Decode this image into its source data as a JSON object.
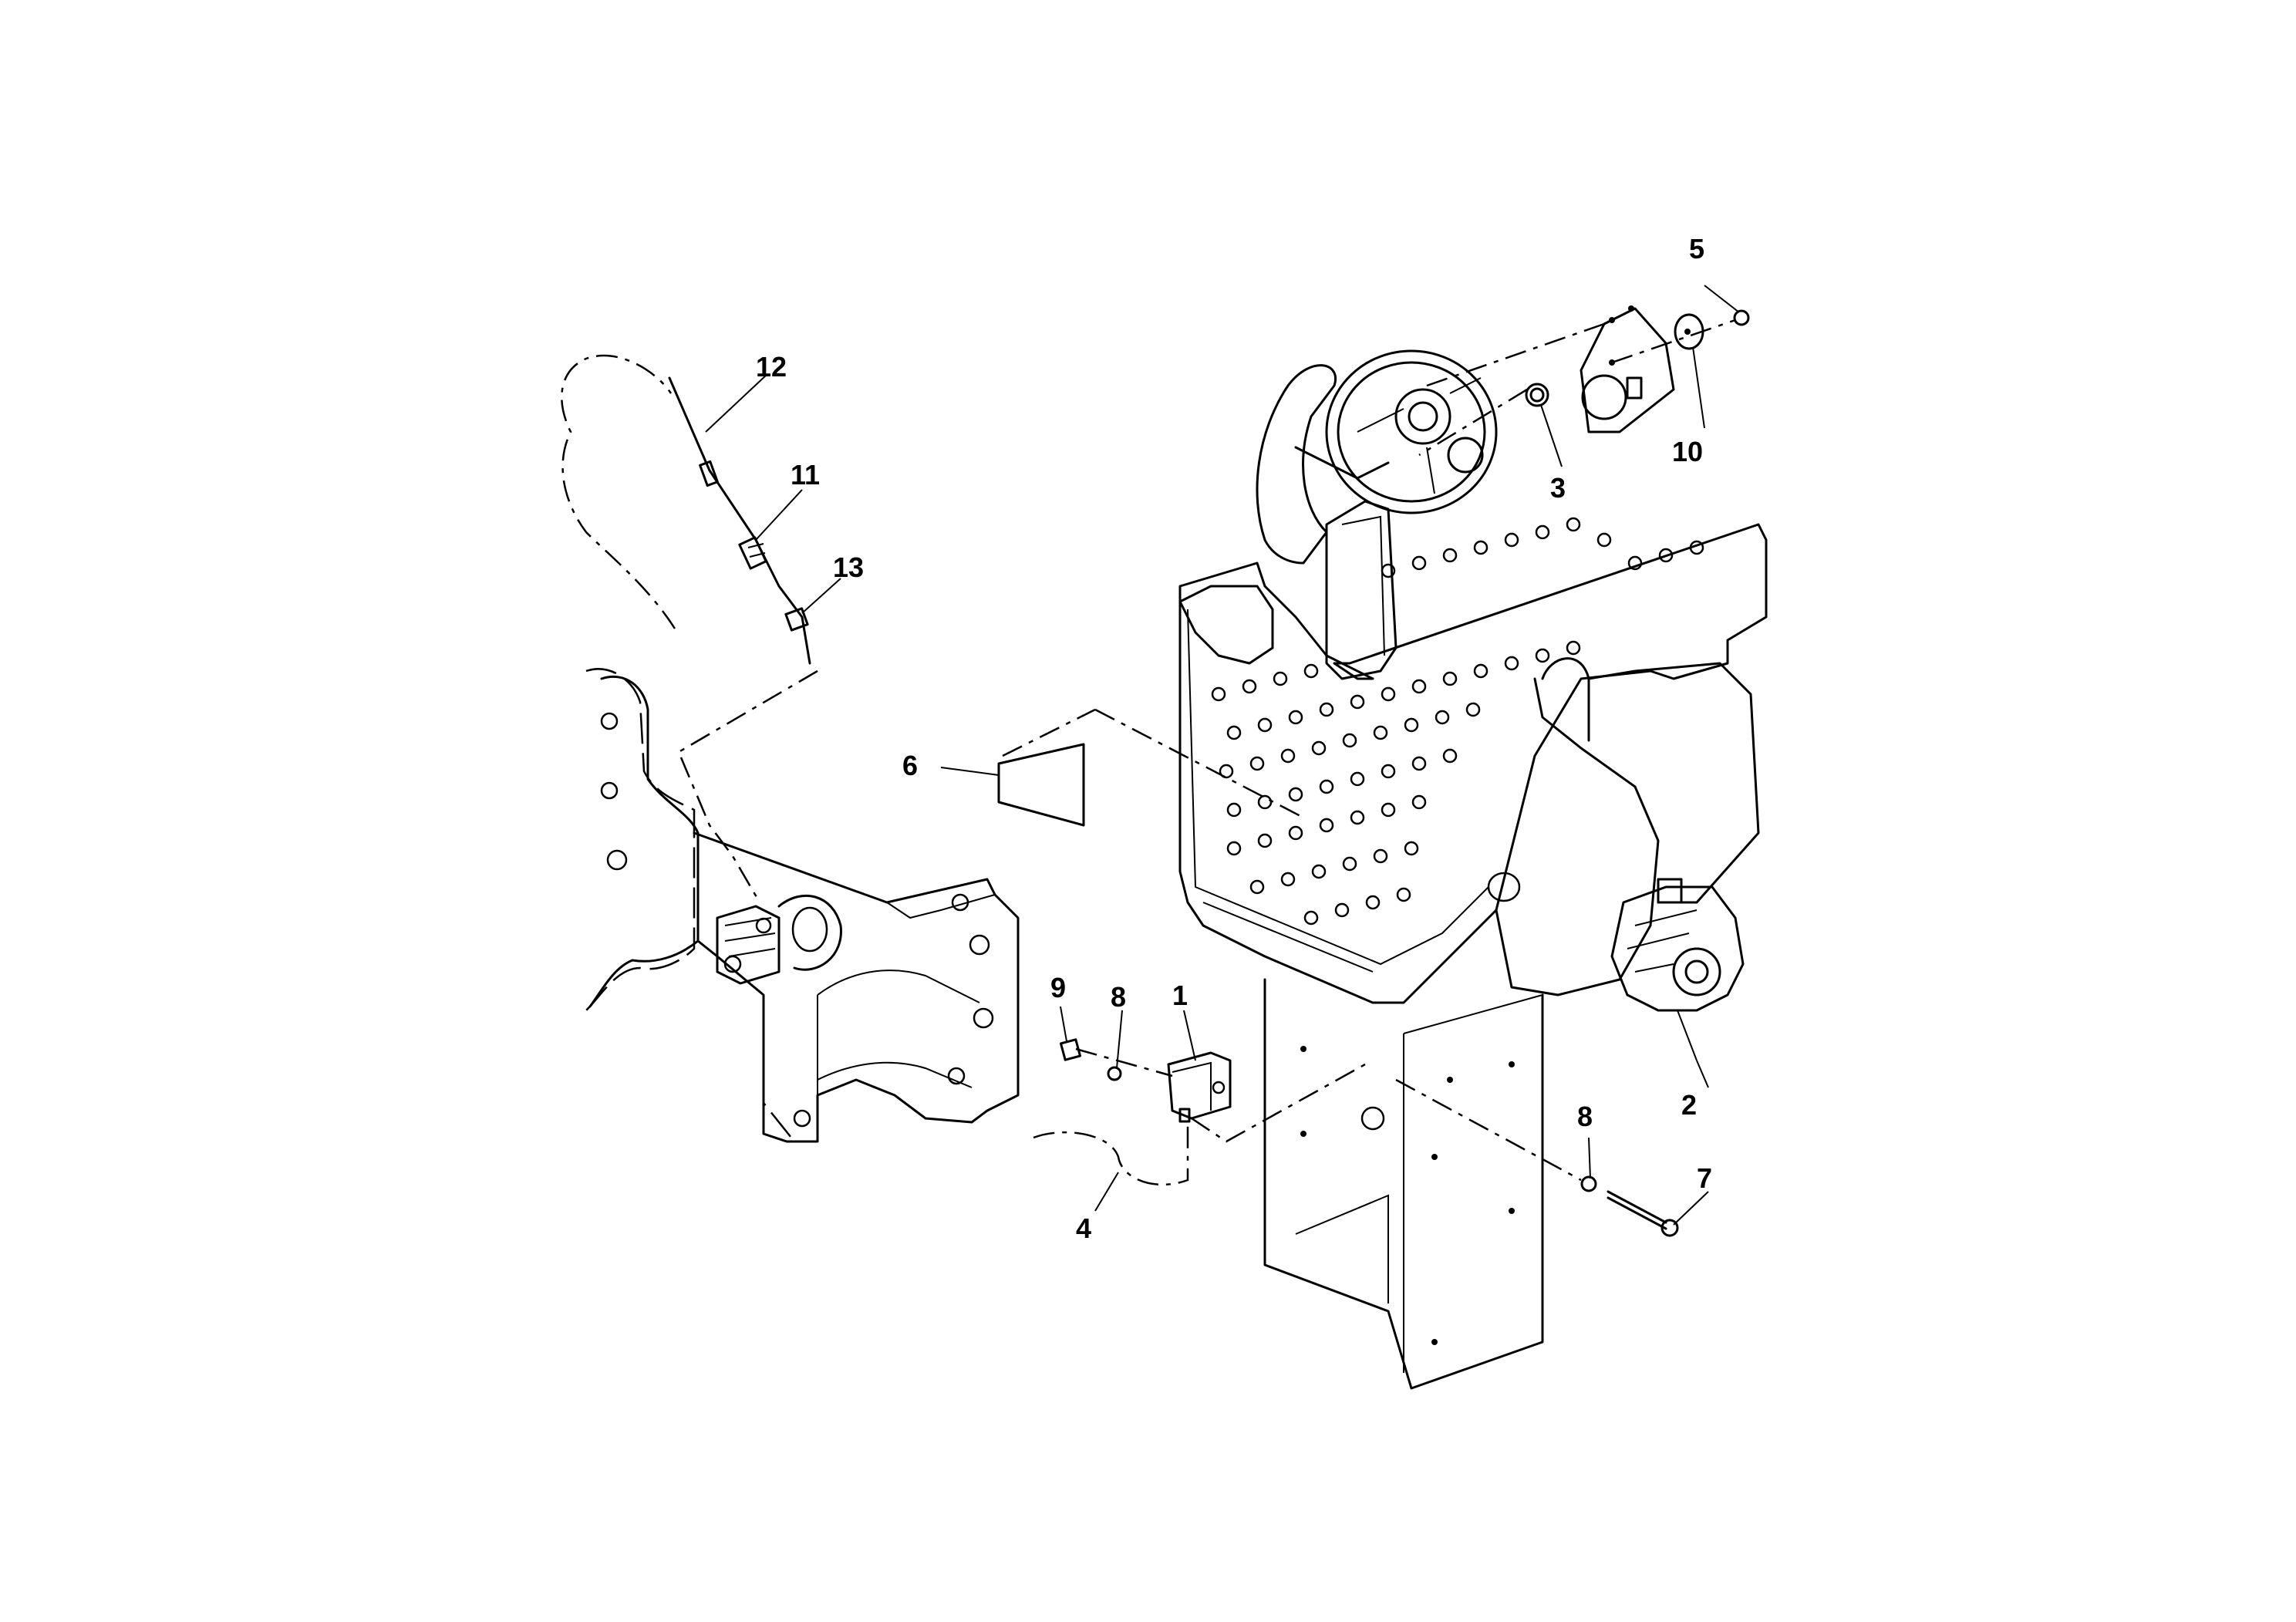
{
  "diagram": {
    "callouts": [
      {
        "id": "c1",
        "label": "1"
      },
      {
        "id": "c2",
        "label": "2"
      },
      {
        "id": "c3",
        "label": "3"
      },
      {
        "id": "c4",
        "label": "4"
      },
      {
        "id": "c5",
        "label": "5"
      },
      {
        "id": "c6",
        "label": "6"
      },
      {
        "id": "c7",
        "label": "7"
      },
      {
        "id": "c8a",
        "label": "8"
      },
      {
        "id": "c8b",
        "label": "8"
      },
      {
        "id": "c9",
        "label": "9"
      },
      {
        "id": "c10",
        "label": "10"
      },
      {
        "id": "c11",
        "label": "11"
      },
      {
        "id": "c12",
        "label": "12"
      },
      {
        "id": "c13",
        "label": "13"
      }
    ]
  }
}
